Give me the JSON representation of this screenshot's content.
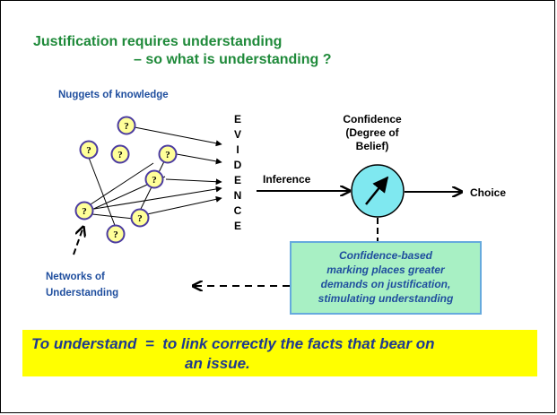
{
  "title": {
    "line1": "Justification requires understanding",
    "line2": "– so what is understanding ?"
  },
  "labels": {
    "nuggets": "Nuggets of knowledge",
    "networks": [
      "Networks of",
      "Understanding"
    ],
    "evidence_letters": [
      "E",
      "V",
      "I",
      "D",
      "E",
      "N",
      "C",
      "E"
    ],
    "inference": "Inference",
    "confidence": [
      "Confidence",
      "(Degree of",
      "Belief)"
    ],
    "choice": "Choice",
    "nugget_mark": "?"
  },
  "callout": {
    "lines": [
      "Confidence-based",
      "marking places greater",
      "demands on justification,",
      "stimulating understanding"
    ]
  },
  "quote": {
    "line1": "To understand  =  to link correctly the facts that bear on",
    "line2": "an issue."
  },
  "colors": {
    "title": "#1f8a3a",
    "label_blue": "#1f4e9e",
    "nugget_fill": "#ffff99",
    "nugget_border": "#4b3ba0",
    "gauge_fill": "#7fe8f0",
    "callout_fill": "#a8f0c4",
    "highlight": "#ffff00"
  }
}
